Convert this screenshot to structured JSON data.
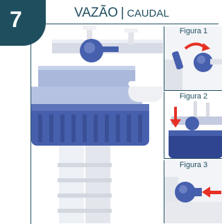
{
  "step": {
    "number": "7"
  },
  "header": {
    "title": "VAZÃO",
    "separator": "|",
    "subtitle": "CAUDAL"
  },
  "figures": [
    {
      "caption": "Figura 1"
    },
    {
      "caption": "Figura 2"
    },
    {
      "caption": "Figura 3"
    }
  ],
  "colors": {
    "brand": "#1f4e5f",
    "part_blue": "#3d5ba8",
    "arrow_red": "#e63025"
  }
}
